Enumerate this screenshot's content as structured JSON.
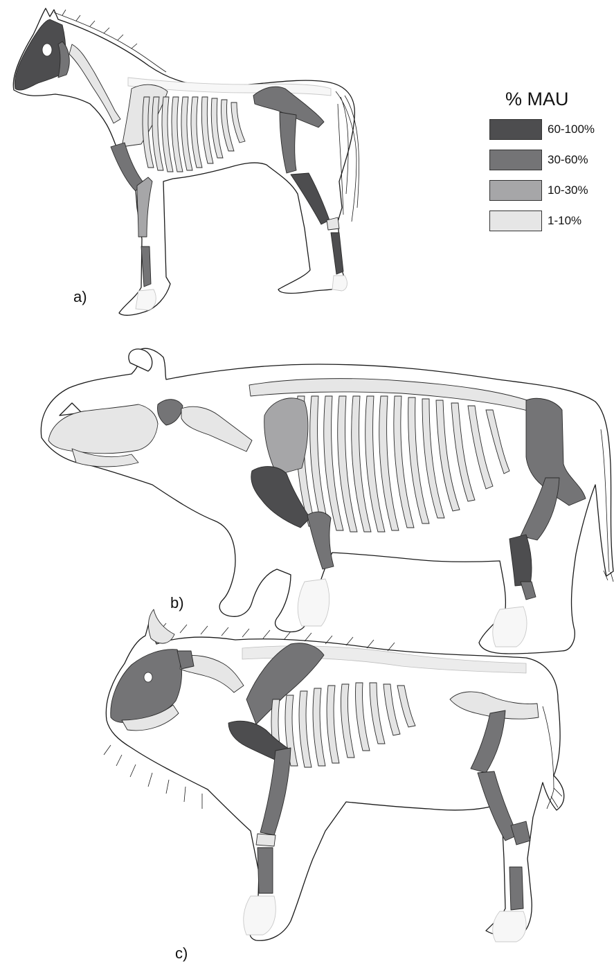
{
  "legend": {
    "title": "% MAU",
    "items": [
      {
        "label": "60-100%",
        "color": "#4d4d4f"
      },
      {
        "label": "30-60%",
        "color": "#747476"
      },
      {
        "label": "10-30%",
        "color": "#a6a6a8"
      },
      {
        "label": "1-10%",
        "color": "#e6e6e6"
      }
    ]
  },
  "panels": [
    {
      "label": "a)",
      "animal": "horse"
    },
    {
      "label": "b)",
      "animal": "rhinoceros"
    },
    {
      "label": "c)",
      "animal": "bison"
    }
  ]
}
